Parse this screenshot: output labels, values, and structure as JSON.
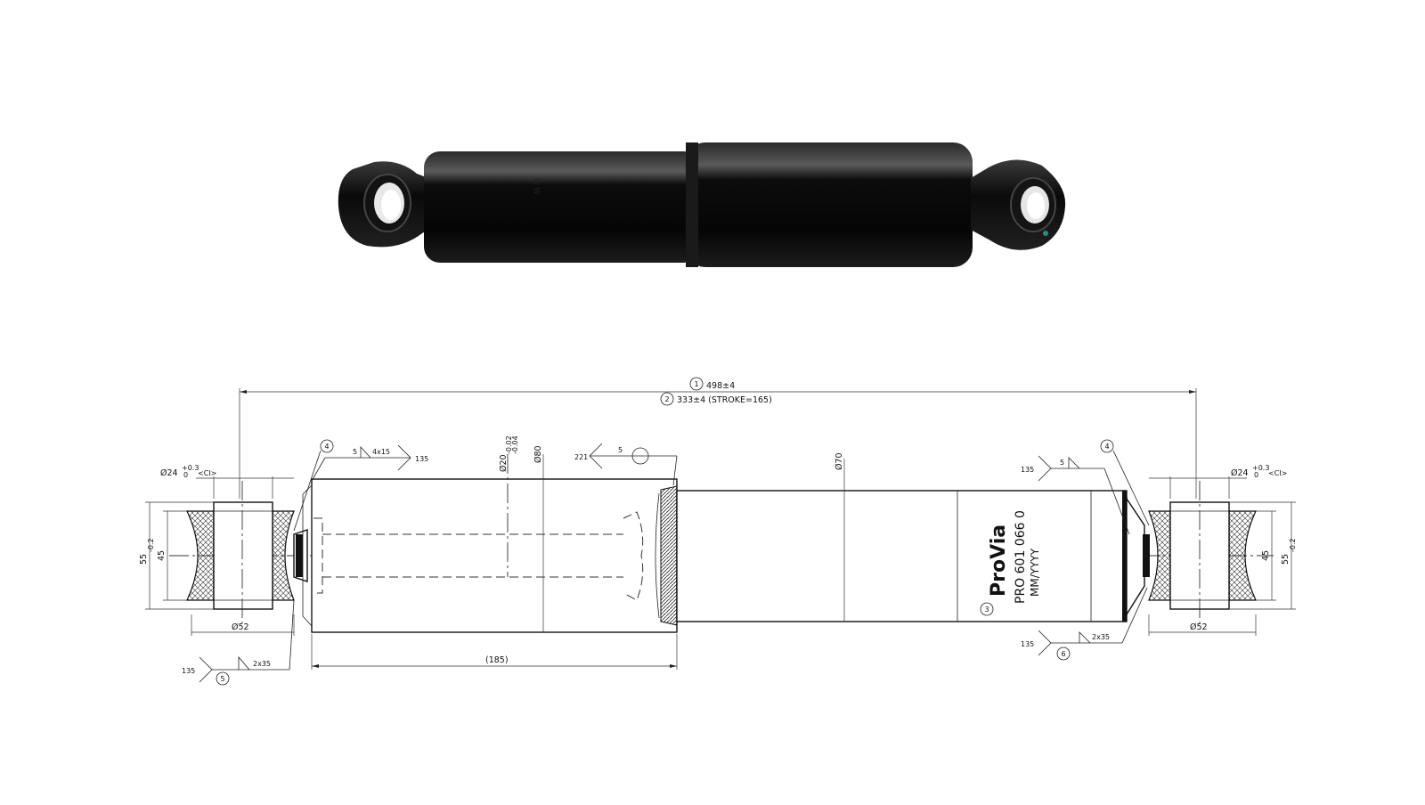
{
  "product": {
    "brand": "ProVia",
    "part_number": "PRO 601 066 0",
    "date_code": "MM/YYYY"
  },
  "dimensions": {
    "overall_length": "498±4",
    "closed_length": "333±4 (STROKE=165)",
    "bore_left": "Ø24",
    "bore_right": "Ø24",
    "bore_tol_upper": "+0.3",
    "bore_tol_lower": "0",
    "bore_suffix": "<CI>",
    "eye_diameter": "Ø52",
    "bushing_width": "45",
    "eye_width": "55",
    "eye_width_tol": "-0.2",
    "rod_diameter": "Ø20",
    "rod_tol_upper": "-0.02",
    "rod_tol_lower": "-0.04",
    "dust_tube_diameter": "Ø80",
    "pressure_tube_diameter": "Ø70",
    "dust_tube_length": "(185)"
  },
  "callouts": {
    "c1": "1",
    "c2": "2",
    "c3": "3",
    "c4": "4",
    "c5": "5",
    "c6": "6",
    "weld_4x15": "4x15",
    "weld_2x35": "2x35",
    "weld_size_5": "5",
    "weld_135": "135",
    "weld_221": "221"
  },
  "colors": {
    "line": "#111111",
    "photo_body": "#0a0a0a",
    "background": "#ffffff"
  }
}
